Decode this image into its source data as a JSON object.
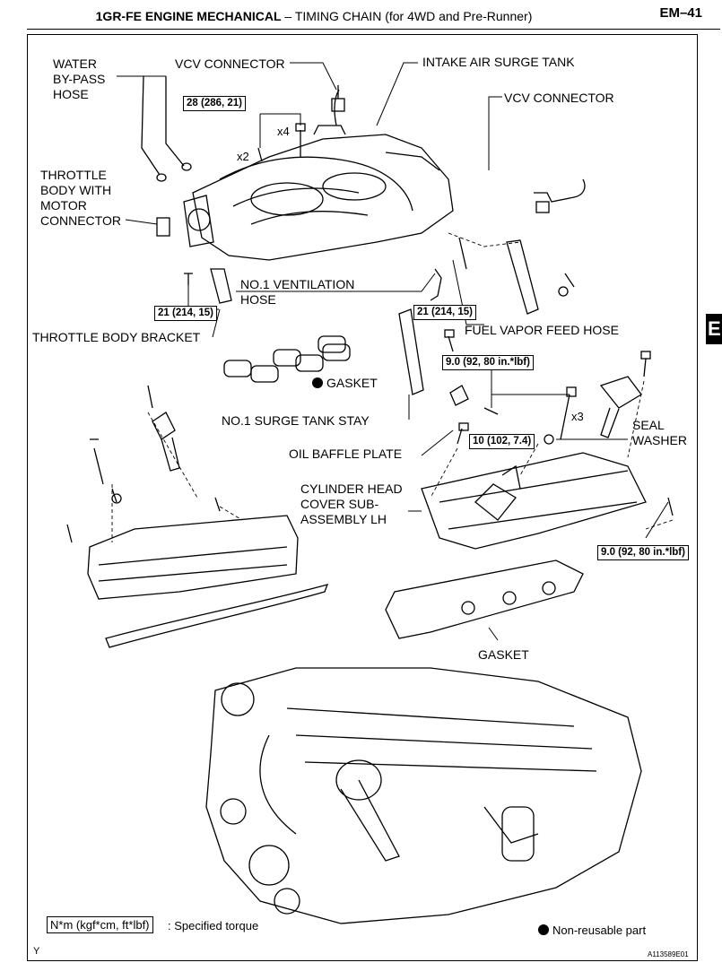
{
  "header": {
    "title_bold": "1GR-FE ENGINE MECHANICAL",
    "title_rest": " – TIMING CHAIN (for 4WD and Pre-Runner)",
    "page": "EM–41",
    "side_tab": "E"
  },
  "labels": {
    "water_bypass": "WATER\nBY-PASS\nHOSE",
    "vcv_connector_1": "VCV CONNECTOR",
    "intake_air_surge_tank": "INTAKE AIR SURGE TANK",
    "vcv_connector_2": "VCV CONNECTOR",
    "throttle_body_motor": "THROTTLE\nBODY WITH\nMOTOR\nCONNECTOR",
    "no1_ventilation_hose": "NO.1 VENTILATION\nHOSE",
    "throttle_body_bracket": "THROTTLE BODY BRACKET",
    "fuel_vapor_feed_hose": "FUEL VAPOR FEED HOSE",
    "gasket_top": "GASKET",
    "no1_surge_tank_stay": "NO.1 SURGE TANK STAY",
    "oil_baffle_plate": "OIL BAFFLE PLATE",
    "seal_washer": "SEAL\nWASHER",
    "cyl_head_cover": "CYLINDER HEAD\nCOVER SUB-\nASSEMBLY LH",
    "gasket_bottom": "GASKET",
    "x2": "x2",
    "x4": "x4",
    "x3": "x3"
  },
  "torques": {
    "t28": "28 (286, 21)",
    "t21_left": "21 (214, 15)",
    "t21_mid": "21 (214, 15)",
    "t9_a": "9.0 (92, 80 in.*lbf)",
    "t10": "10 (102, 7.4)",
    "t9_b": "9.0 (92, 80 in.*lbf)"
  },
  "legend": {
    "torque_box": "N*m (kgf*cm, ft*lbf)",
    "torque_text": ": Specified torque",
    "nonreusable": "Non-reusable part",
    "corner_y": "Y",
    "fig_code": "A113589E01"
  }
}
